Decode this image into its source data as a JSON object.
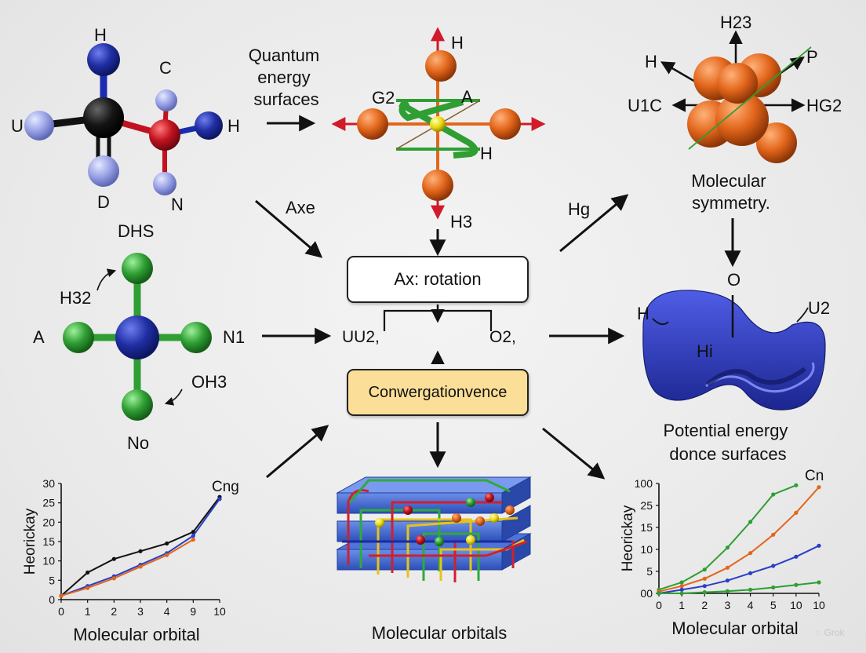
{
  "diagram": {
    "top_left_molecule": {
      "atoms": [
        "H",
        "C",
        "U",
        "H",
        "D",
        "N"
      ]
    },
    "quantum": {
      "caption_lines": [
        "Quantum",
        "energy",
        "surfaces"
      ],
      "atom_labels": {
        "top": "H",
        "left": "G2",
        "right_top": "A",
        "right_bottom": "H",
        "bottom": "H3"
      }
    },
    "symmetry": {
      "atom_labels": {
        "top": "H23",
        "left": "H",
        "right": "P",
        "far_left": "U1C",
        "far_right": "HG2"
      },
      "caption_lines": [
        "Molecular",
        "symmetry."
      ]
    },
    "middle_left_molecule": {
      "title": "DHS",
      "labels": {
        "h": "H32",
        "a": "A",
        "n": "N1",
        "o": "OH3",
        "bottom": "No"
      }
    },
    "arrow_labels": {
      "axe": "Axe",
      "hg": "Hg"
    },
    "center": {
      "rotation_box": "Ax:  rotation",
      "left_label": "UU2,",
      "right_label": "O2,",
      "convergence_box": "Conwergationvence",
      "bottom_caption": "Molecular orbitals"
    },
    "surface": {
      "labels": {
        "h": "H",
        "u": "U2",
        "hi": "Hi",
        "o": "O"
      },
      "caption_lines": [
        "Potential energy",
        "donce surfaces"
      ]
    }
  },
  "colors": {
    "blue": "#1f2fa3",
    "lavender": "#9aa3e6",
    "black": "#111111",
    "red": "#c1121f",
    "green": "#2f9e33",
    "orange": "#e2661b",
    "convergence_fill": "#fbdf98",
    "surface_blue": "#2d3bc0"
  },
  "chart_data": [
    {
      "type": "line",
      "title": "",
      "ylabel": "Heorickay",
      "xlabel": "Molecular orbital",
      "annotation": "Cng",
      "x_ticks": [
        "0",
        "1",
        "2",
        "3",
        "4",
        "9",
        "10"
      ],
      "y_ticks": [
        "0",
        "5",
        "10",
        "15",
        "20",
        "25",
        "30"
      ],
      "ylim": [
        0,
        30
      ],
      "grid": false,
      "series": [
        {
          "color": "#111111",
          "values": [
            1,
            7,
            10.5,
            12.5,
            14.5,
            17.5,
            26.5
          ]
        },
        {
          "color": "#2a3fc4",
          "values": [
            1,
            3.5,
            6,
            9,
            12,
            16.5,
            26
          ]
        },
        {
          "color": "#e2661b",
          "values": [
            1,
            3,
            5.5,
            8.5,
            11.5,
            15.5
          ]
        }
      ]
    },
    {
      "type": "line",
      "title": "",
      "ylabel": "Heorickay",
      "xlabel": "Molecular orbital",
      "annotation": "Cn",
      "x_ticks": [
        "0",
        "1",
        "2",
        "3",
        "4",
        "5",
        "10",
        "10"
      ],
      "y_ticks": [
        "00",
        "5",
        "10",
        "15",
        "25",
        "100"
      ],
      "ylim": [
        0,
        30
      ],
      "grid": false,
      "series": [
        {
          "color": "#2f9e33",
          "values": [
            1,
            3,
            6.5,
            12.5,
            19.5,
            27,
            29.5
          ]
        },
        {
          "color": "#e2661b",
          "values": [
            0.5,
            2,
            4,
            7,
            11,
            16,
            22,
            29
          ]
        },
        {
          "color": "#2a3fc4",
          "values": [
            0,
            1,
            2,
            3.5,
            5.5,
            7.5,
            10,
            13
          ]
        },
        {
          "color": "#2f9e33",
          "values": [
            0,
            0,
            0.3,
            0.6,
            1,
            1.6,
            2.3,
            3
          ]
        }
      ]
    }
  ]
}
